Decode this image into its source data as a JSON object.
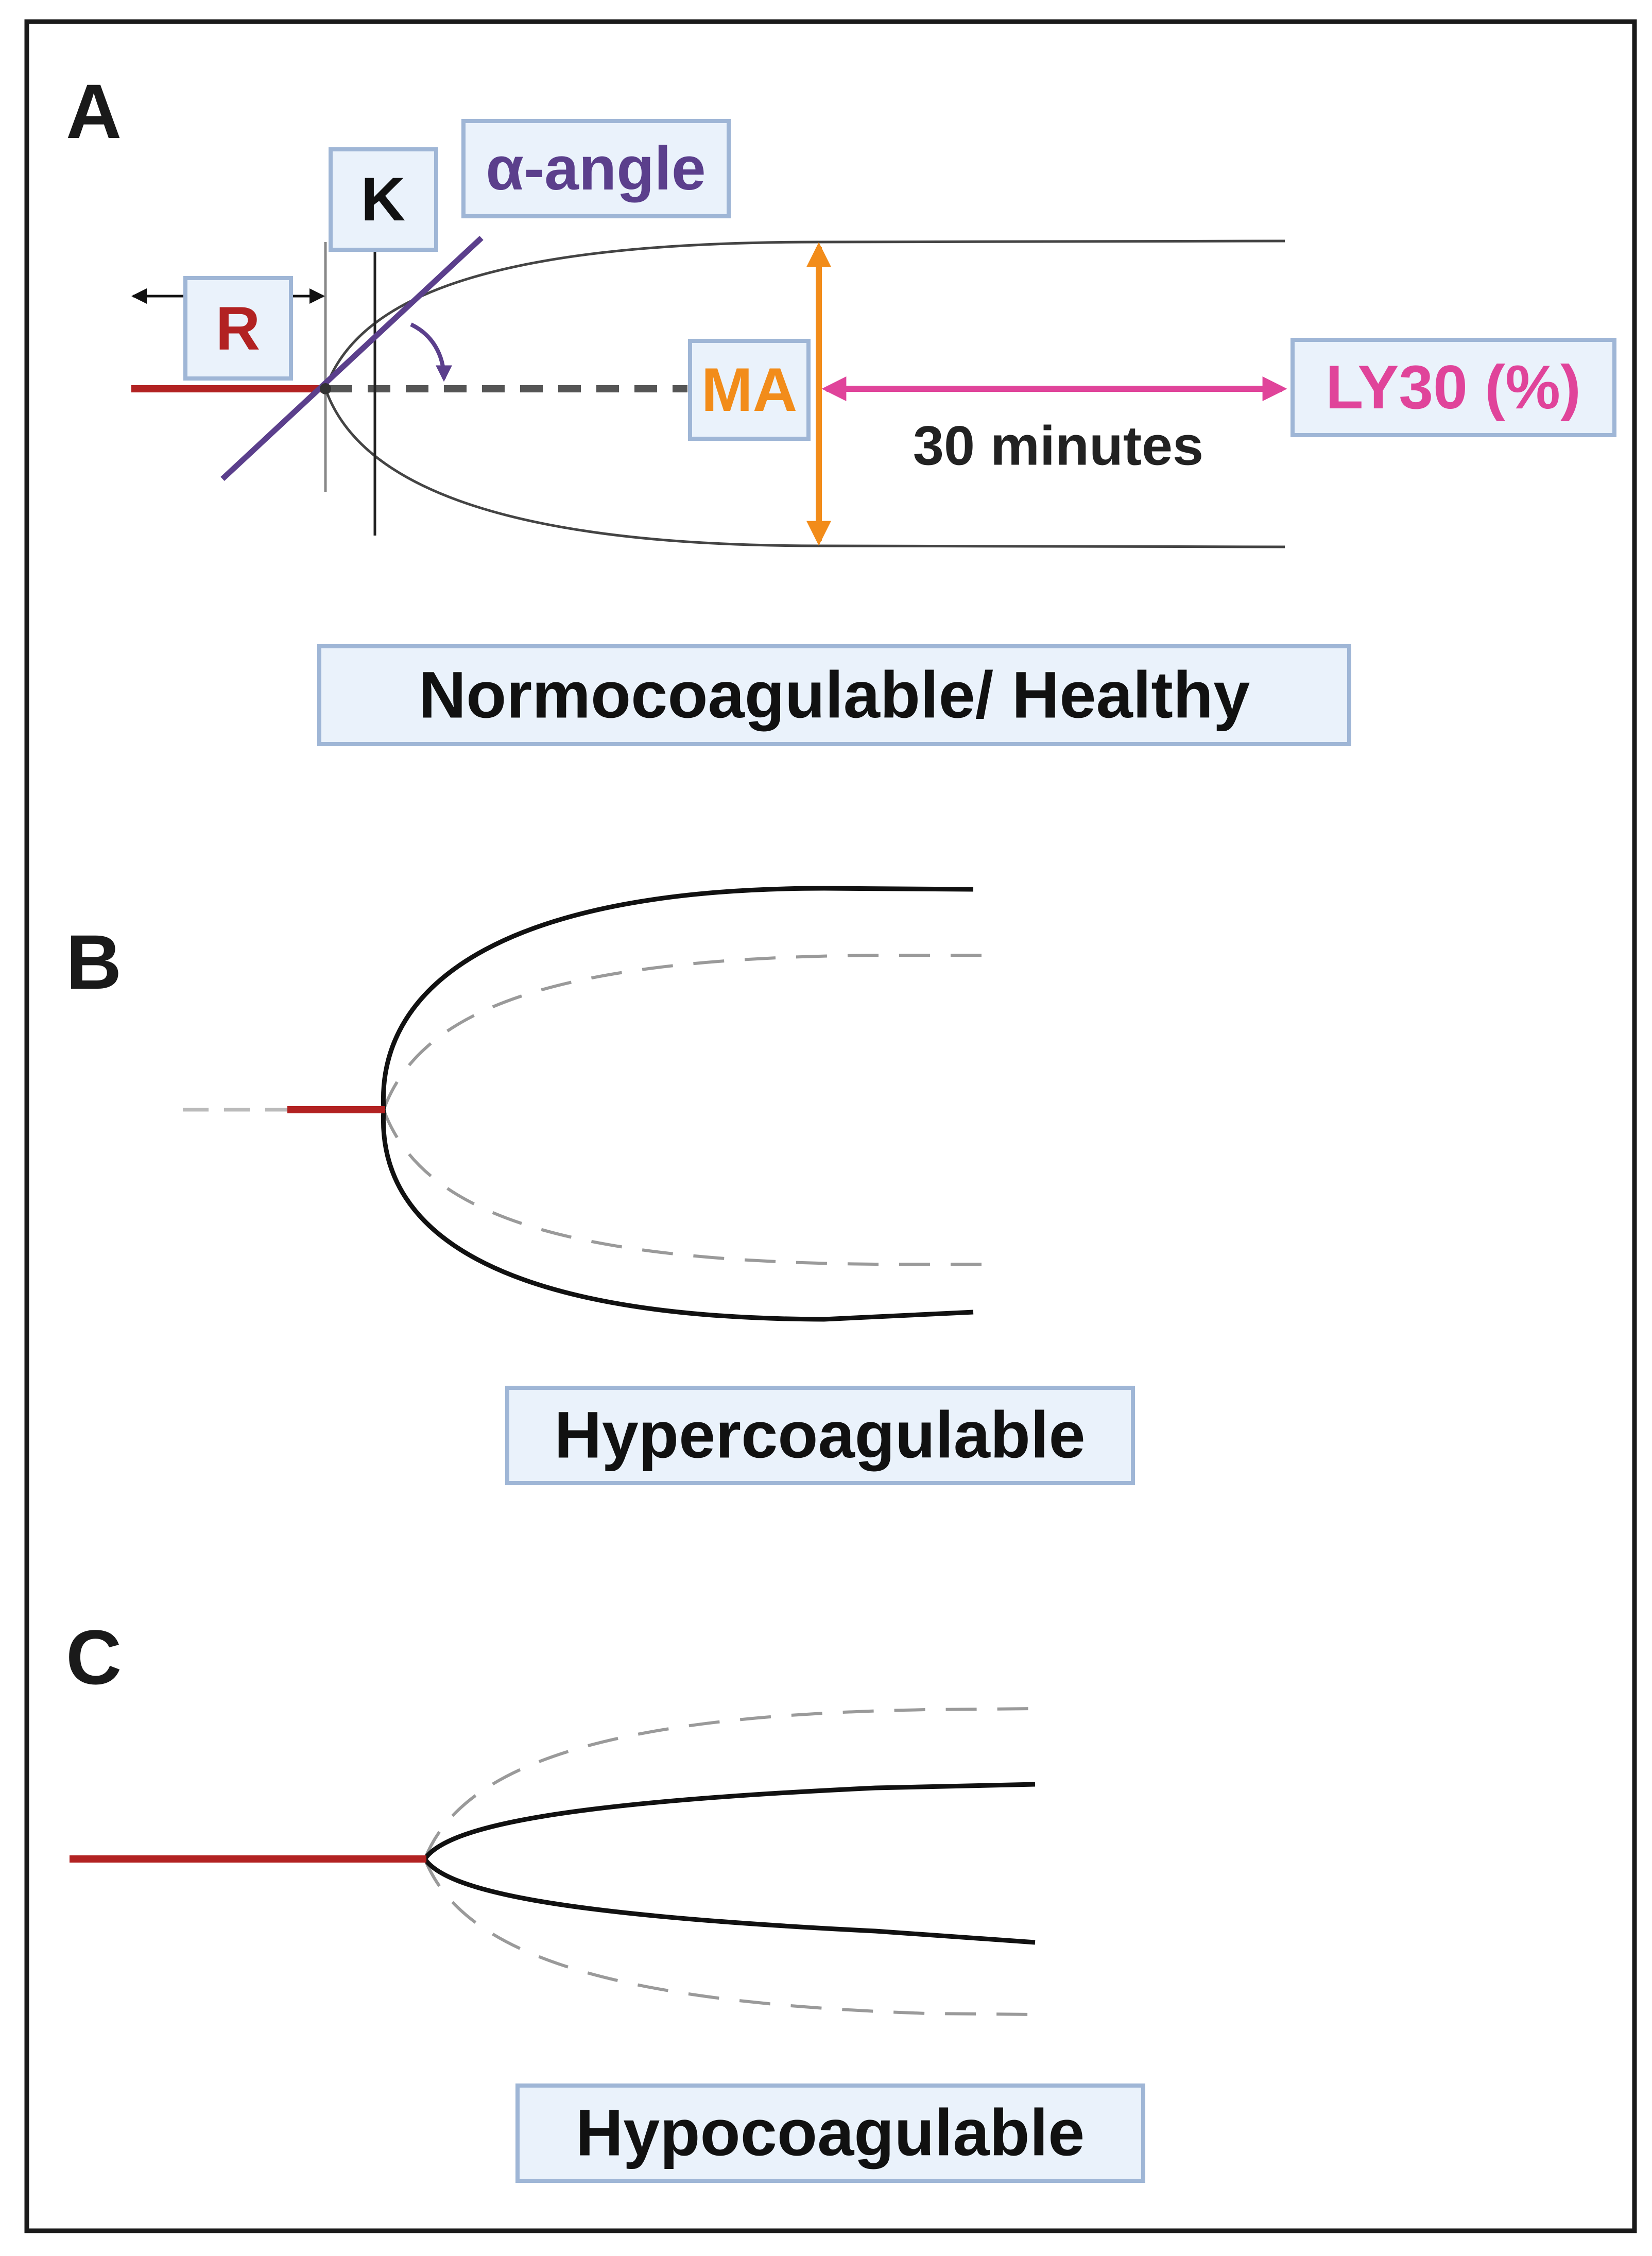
{
  "panels": [
    {
      "letter": "A",
      "caption": "Normocoagulable/ Healthy"
    },
    {
      "letter": "B",
      "caption": "Hypercoagulable"
    },
    {
      "letter": "C",
      "caption": "Hypocoagulable"
    }
  ],
  "parameters": {
    "r": "R",
    "k": "K",
    "alpha_angle": "α-angle",
    "ma": "MA",
    "ly30": "LY30 (%)",
    "duration": "30 minutes"
  },
  "colors": {
    "r_time": "#b22222",
    "alpha_angle": "#5b3f8c",
    "ma": "#f28c1a",
    "ly30": "#e0449a",
    "trace": "#111111",
    "reference_trace": "#9a9a9a",
    "box_fill": "#eaf2fb",
    "box_stroke": "#9fb6d6"
  }
}
